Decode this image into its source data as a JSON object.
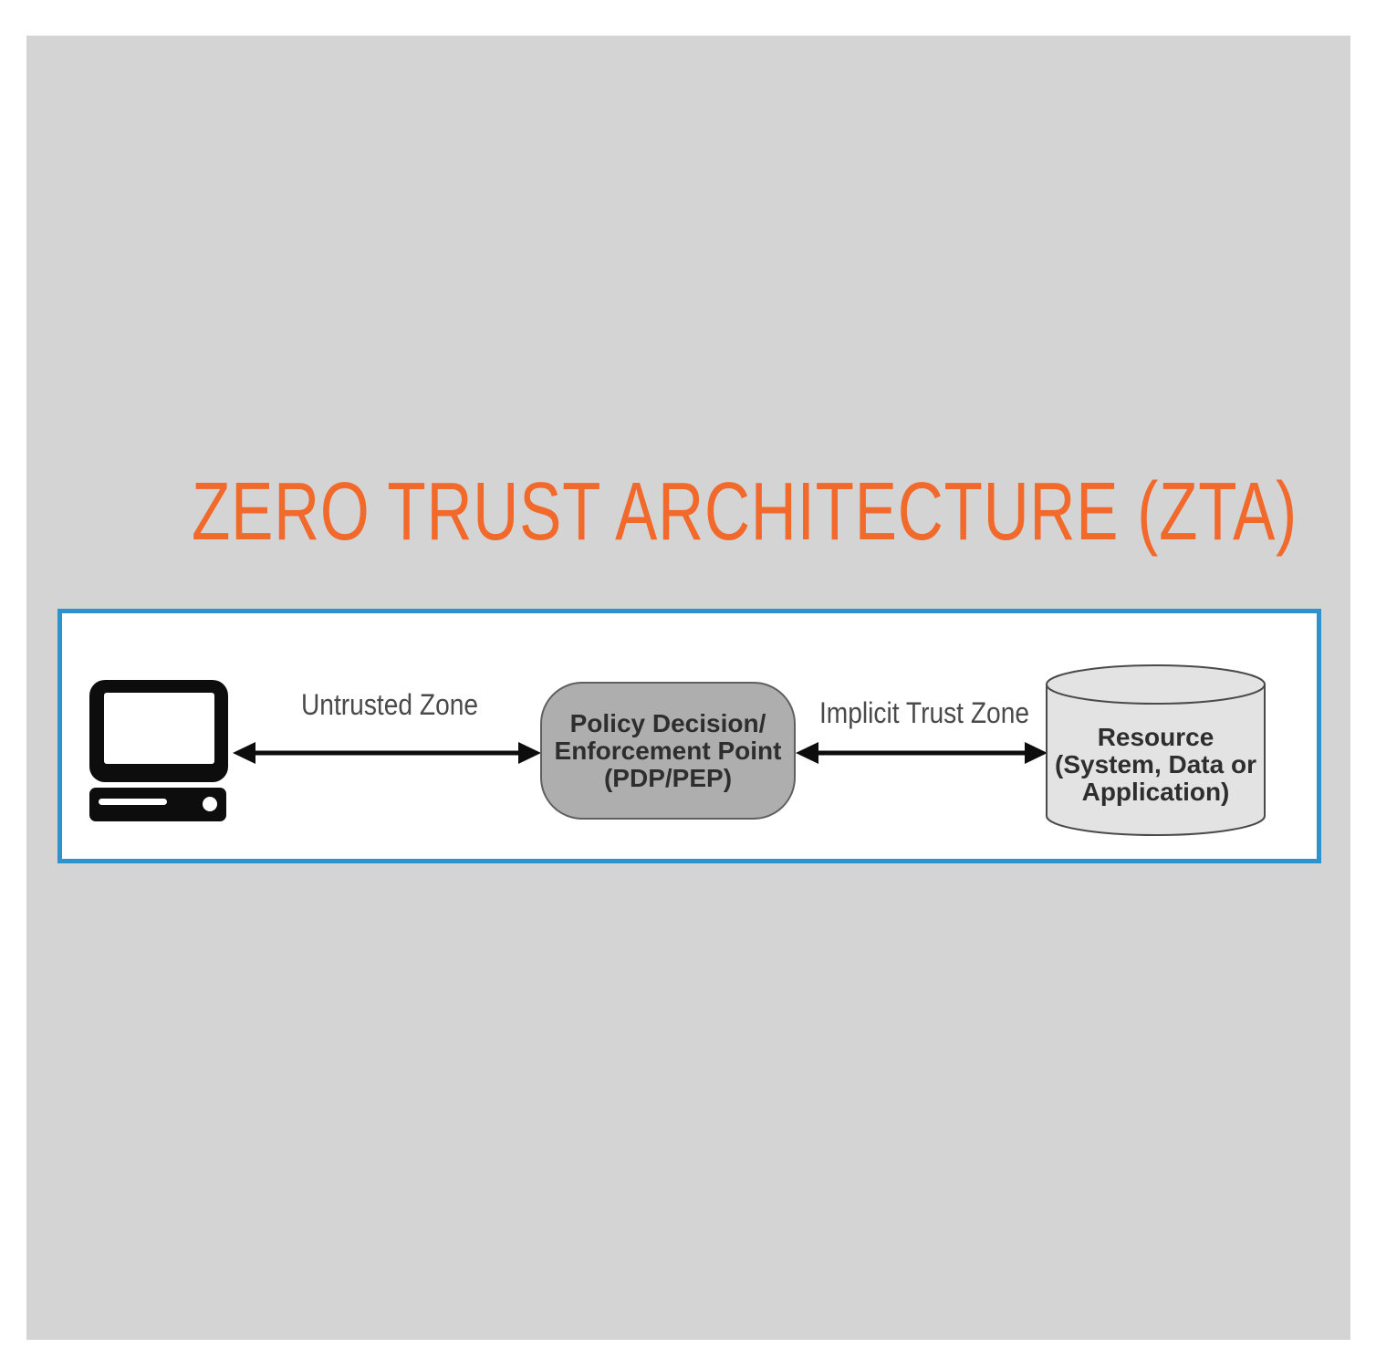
{
  "page": {
    "title": "ZERO TRUST ARCHITECTURE (ZTA)"
  },
  "colors": {
    "title_orange": "#F1692B",
    "canvas_gray": "#D4D4D4",
    "panel_border_blue": "#2D93CF",
    "pdp_box_fill": "#AEAEAE",
    "pdp_box_border": "#5F5F5F",
    "cylinder_fill": "#E3E3E3",
    "cylinder_stroke": "#4A4A4A",
    "icon_black": "#0D0D0D",
    "label_gray": "#4A4A4A"
  },
  "diagram": {
    "untrusted_zone_label": "Untrusted Zone",
    "implicit_trust_zone_label": "Implicit Trust Zone",
    "pdp_box": {
      "line1": "Policy Decision/",
      "line2": "Enforcement Point",
      "line3": "(PDP/PEP)"
    },
    "resource_db": {
      "line1": "Resource",
      "line2": "(System, Data or",
      "line3": "Application)"
    },
    "icons": {
      "client_device": "computer-icon",
      "resource_store": "database-cylinder-icon",
      "left_connector": "double-headed-arrow-icon",
      "right_connector": "double-headed-arrow-icon"
    }
  }
}
